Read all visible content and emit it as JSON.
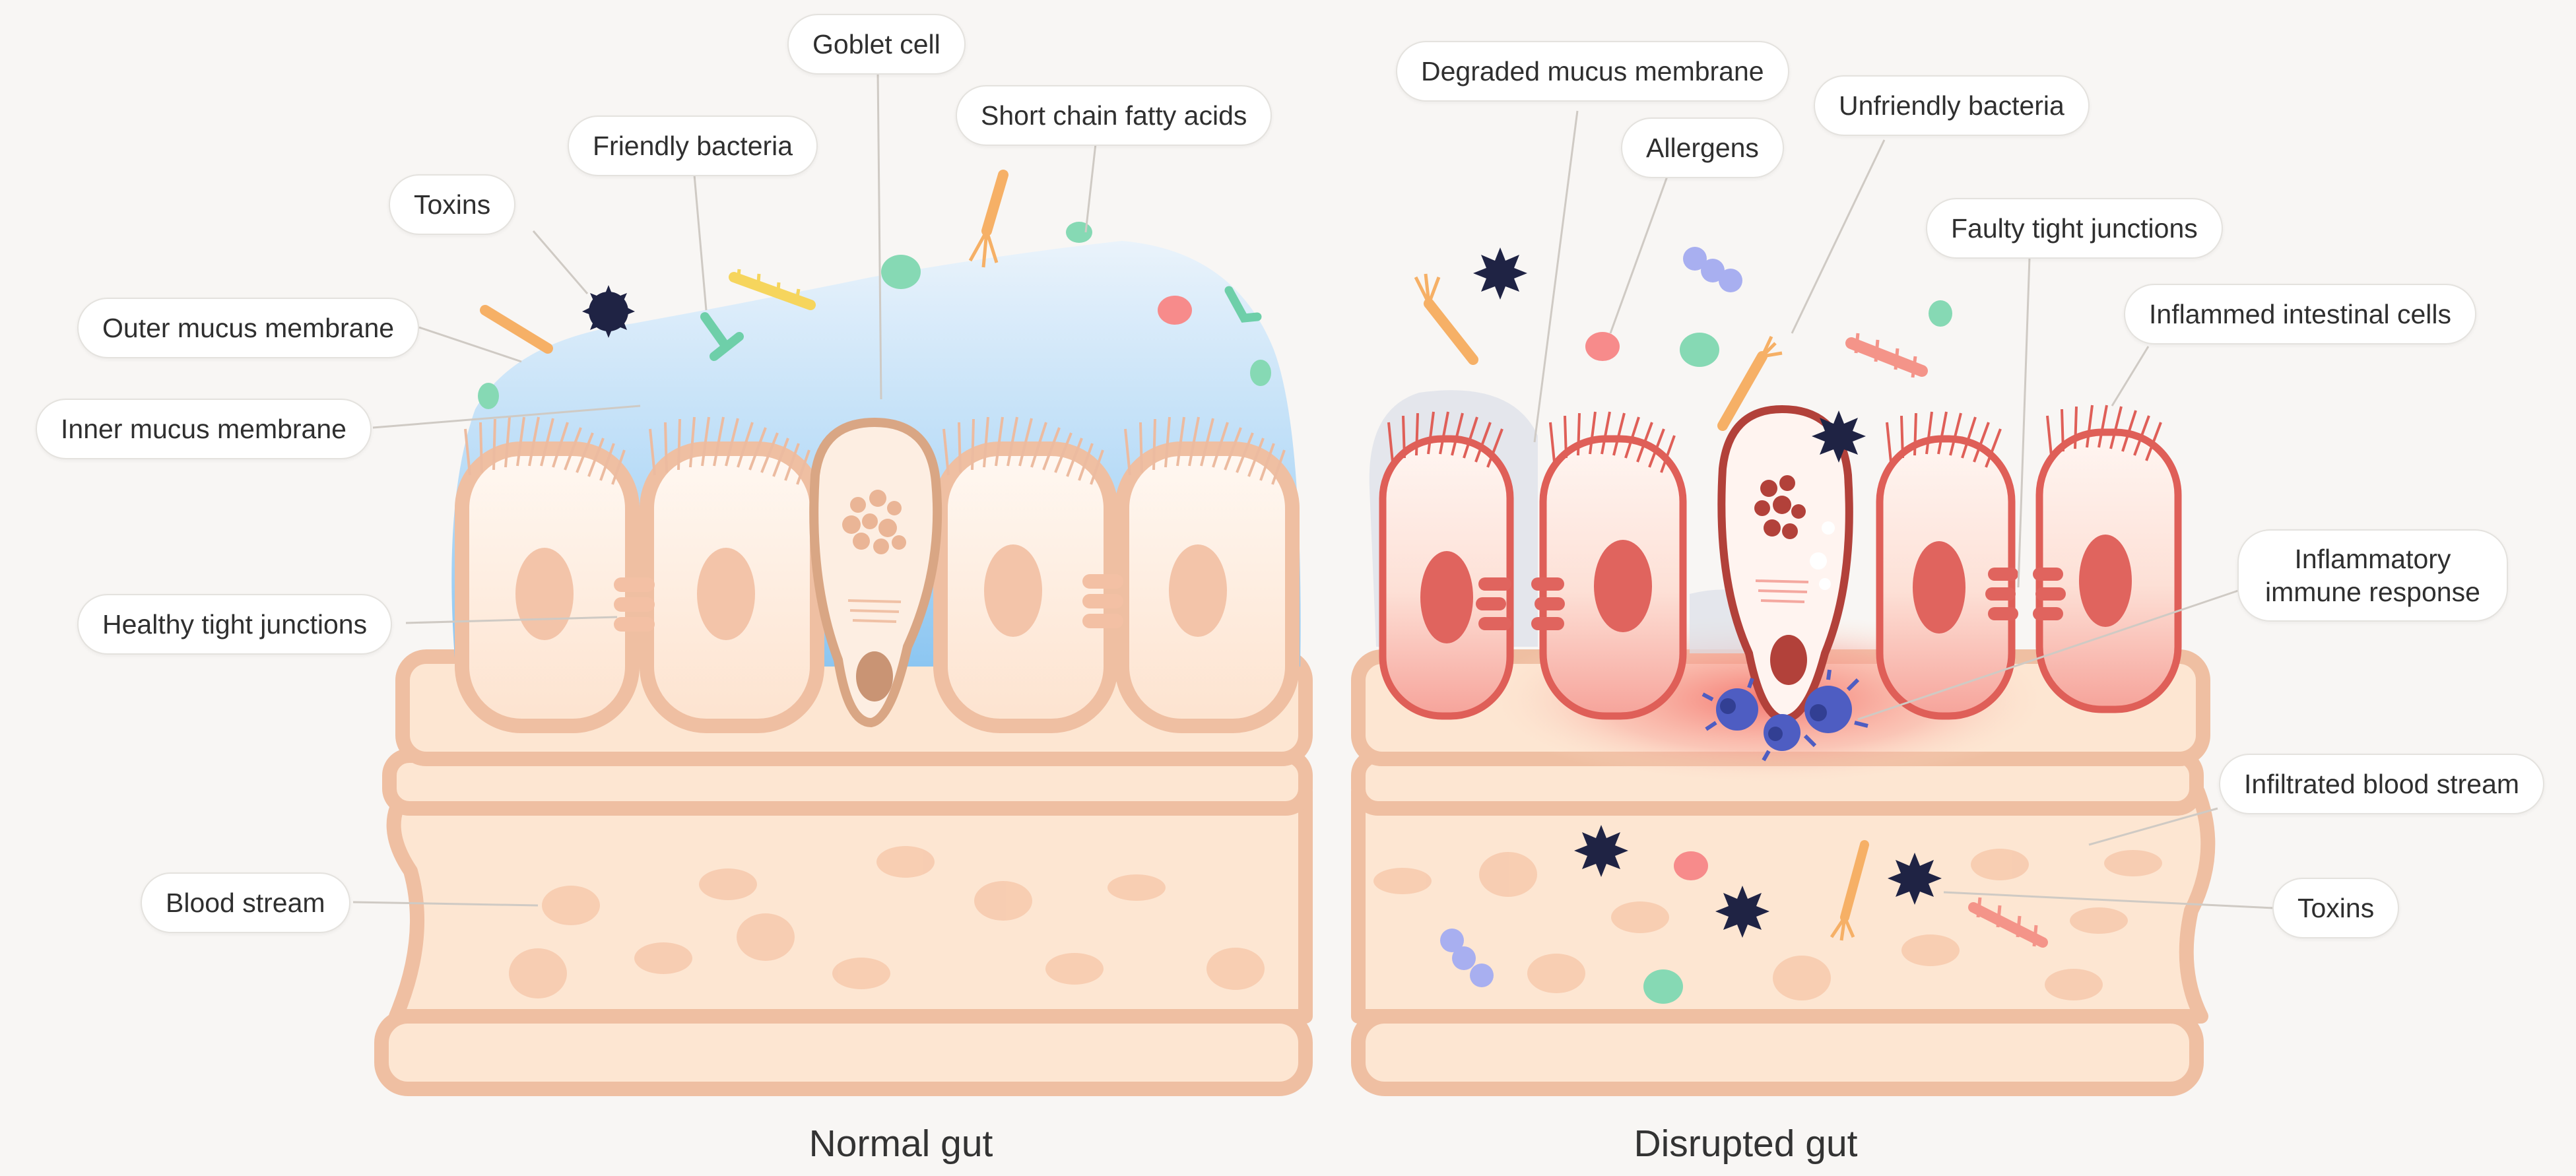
{
  "labels": {
    "goblet_cell": "Goblet cell",
    "short_chain_fatty_acids": "Short chain fatty acids",
    "friendly_bacteria": "Friendly bacteria",
    "toxins_left": "Toxins",
    "outer_mucus_membrane": "Outer mucus membrane",
    "inner_mucus_membrane": "Inner mucus membrane",
    "healthy_tight_junctions": "Healthy tight junctions",
    "blood_stream": "Blood stream",
    "degraded_mucus_membrane": "Degraded mucus membrane",
    "allergens": "Allergens",
    "unfriendly_bacteria": "Unfriendly bacteria",
    "faulty_tight_junctions": "Faulty tight junctions",
    "inflammed_intestinal_cells": "Inflammed intestinal cells",
    "inflammatory_immune_response_1": "Inflammatory",
    "inflammatory_immune_response_2": "immune response",
    "infiltrated_blood_stream": "Infiltrated blood stream",
    "toxins_right": "Toxins"
  },
  "titles": {
    "normal": "Normal gut",
    "disrupted": "Disrupted gut"
  },
  "colors": {
    "background": "#f8f6f4",
    "tissue": "#fde6d2",
    "tissue_outline": "#efbfa2",
    "mucus": "#9fd0f5",
    "inflamed": "#e0645e",
    "toxin": "#1f2344",
    "immune": "#4e5dc2"
  }
}
